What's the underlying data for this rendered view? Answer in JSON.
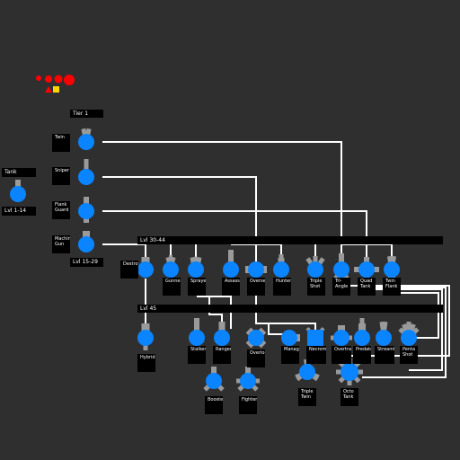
{
  "legend": {
    "shape_colors": [
      "#ff0000",
      "#ffd400"
    ]
  },
  "colors": {
    "background": "#2f2f2f",
    "tank_body": "#0a84ff",
    "barrel": "#9a9a9a",
    "connector": "#ffffff"
  },
  "tiers": {
    "tier1": "Tier 1",
    "level_15_29": "Lvl 15-29",
    "level_30_44": "Lvl 30-44",
    "level_45": "Lvl 45"
  },
  "root": {
    "name": "Tank",
    "level": "Lvl 1-14"
  },
  "tier1_tanks": [
    "Twin",
    "Sniper",
    "Flank Guard",
    "Machine Gun"
  ],
  "tier2_tanks": [
    "Destroyer",
    "Gunner",
    "Sprayer",
    "Assassin",
    "Overseer",
    "Hunter",
    "Triple Shot",
    "Tri-Angle",
    "Quad Tank",
    "Twin Flank"
  ],
  "tier3_tanks": [
    "Hybrid",
    "Stalker",
    "Ranger",
    "Overlord",
    "Manager",
    "Necromancer",
    "Overtrapper",
    "Predator",
    "Streamliner",
    "Penta Shot",
    "Booster",
    "Fighter",
    "Triple Twin",
    "Octo Tank"
  ]
}
